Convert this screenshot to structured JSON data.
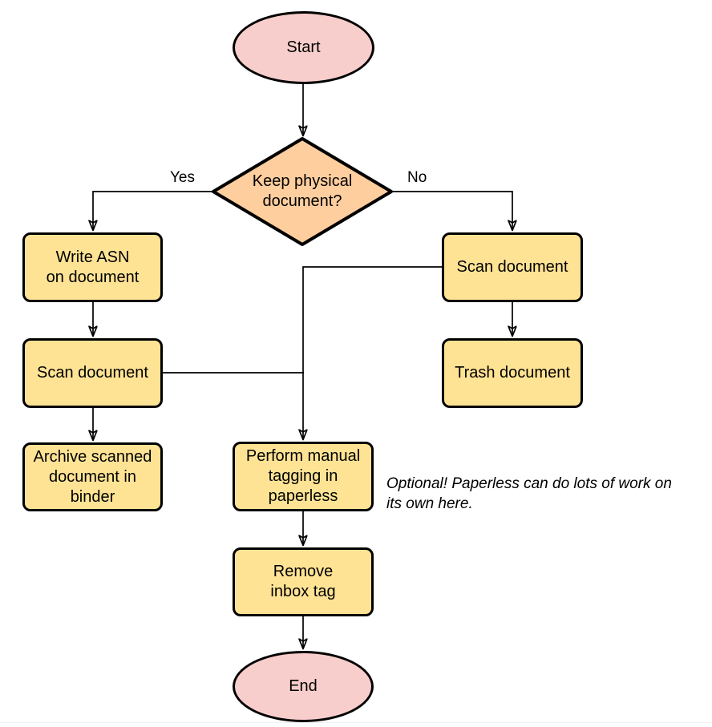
{
  "colors": {
    "terminator_fill": "#f8cecc",
    "decision_fill": "#ffce9e",
    "process_fill": "#ffe394",
    "stroke": "#000000",
    "text": "#000000",
    "background": "#ffffff"
  },
  "diagram": {
    "type": "flowchart",
    "nodes": {
      "start": {
        "shape": "terminator",
        "label": "Start",
        "lines": [
          "Start"
        ]
      },
      "decision": {
        "shape": "decision",
        "label": "Keep physical document?",
        "lines": [
          "Keep physical",
          "document?"
        ]
      },
      "write_asn": {
        "shape": "process",
        "label": "Write ASN on document",
        "lines": [
          "Write ASN",
          "on document"
        ]
      },
      "scan_left": {
        "shape": "process",
        "label": "Scan document",
        "lines": [
          "Scan document"
        ]
      },
      "archive": {
        "shape": "process",
        "label": "Archive scanned document in binder",
        "lines": [
          "Archive scanned",
          "document in",
          "binder"
        ]
      },
      "scan_right": {
        "shape": "process",
        "label": "Scan document",
        "lines": [
          "Scan document"
        ]
      },
      "trash": {
        "shape": "process",
        "label": "Trash document",
        "lines": [
          "Trash document"
        ]
      },
      "tagging": {
        "shape": "process",
        "label": "Perform manual tagging in paperless",
        "lines": [
          "Perform manual",
          "tagging in",
          "paperless"
        ]
      },
      "remove": {
        "shape": "process",
        "label": "Remove inbox tag",
        "lines": [
          "Remove",
          "inbox tag"
        ]
      },
      "end": {
        "shape": "terminator",
        "label": "End",
        "lines": [
          "End"
        ]
      }
    },
    "edge_labels": {
      "yes": "Yes",
      "no": "No"
    },
    "annotation": {
      "text": "Optional! Paperless can do lots of work on its own here.",
      "lines": [
        "Optional! Paperless can do lots of work on",
        "its own here."
      ]
    }
  }
}
